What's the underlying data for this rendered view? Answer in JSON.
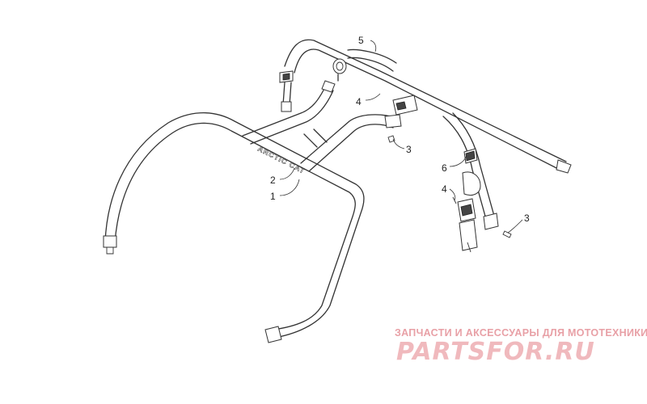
{
  "diagram": {
    "callouts": {
      "c1": "1",
      "c2": "2",
      "c3a": "3",
      "c3b": "3",
      "c4a": "4",
      "c4b": "4",
      "c5": "5",
      "c6": "6"
    },
    "brand_decal": "ARCTIC CAT"
  },
  "watermark": {
    "subtitle": "ЗАПЧАСТИ И АКСЕССУАРЫ ДЛЯ МОТОТЕХНИКИ",
    "logo": "PARTSFOR.RU"
  }
}
